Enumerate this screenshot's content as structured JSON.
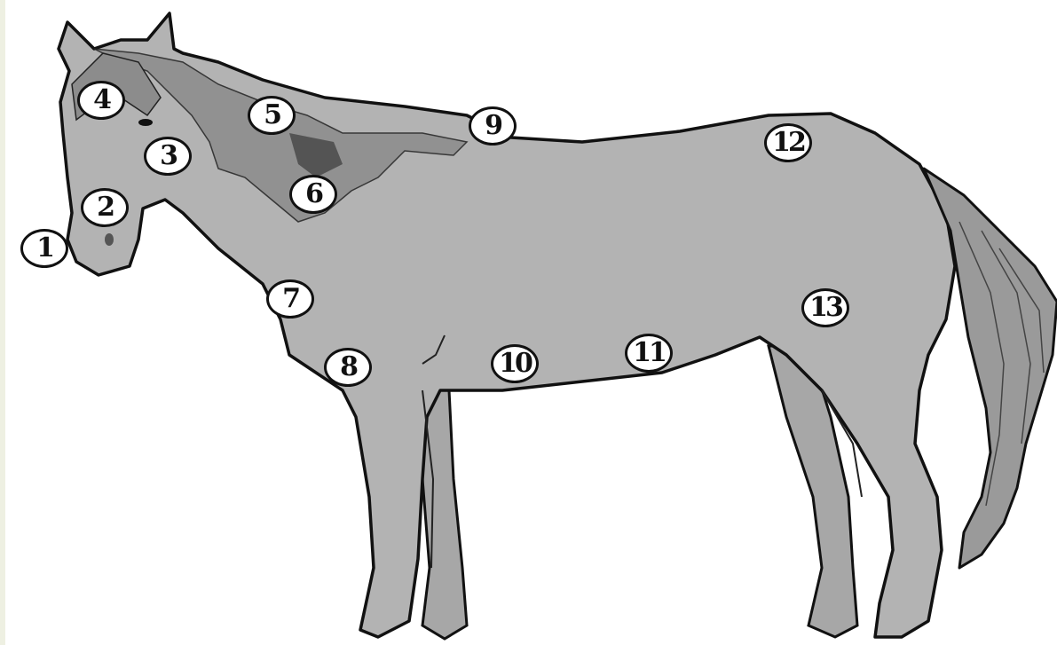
{
  "diagram": {
    "body_color": "#b3b3b3",
    "outline_color": "#111111",
    "background_color": "#ffffff",
    "markers": [
      {
        "id": "1",
        "label": "1"
      },
      {
        "id": "2",
        "label": "2"
      },
      {
        "id": "3",
        "label": "3"
      },
      {
        "id": "4",
        "label": "4"
      },
      {
        "id": "5",
        "label": "5"
      },
      {
        "id": "6",
        "label": "6"
      },
      {
        "id": "7",
        "label": "7"
      },
      {
        "id": "8",
        "label": "8"
      },
      {
        "id": "9",
        "label": "9"
      },
      {
        "id": "10",
        "label": "10"
      },
      {
        "id": "11",
        "label": "11"
      },
      {
        "id": "12",
        "label": "12"
      },
      {
        "id": "13",
        "label": "13"
      }
    ]
  }
}
